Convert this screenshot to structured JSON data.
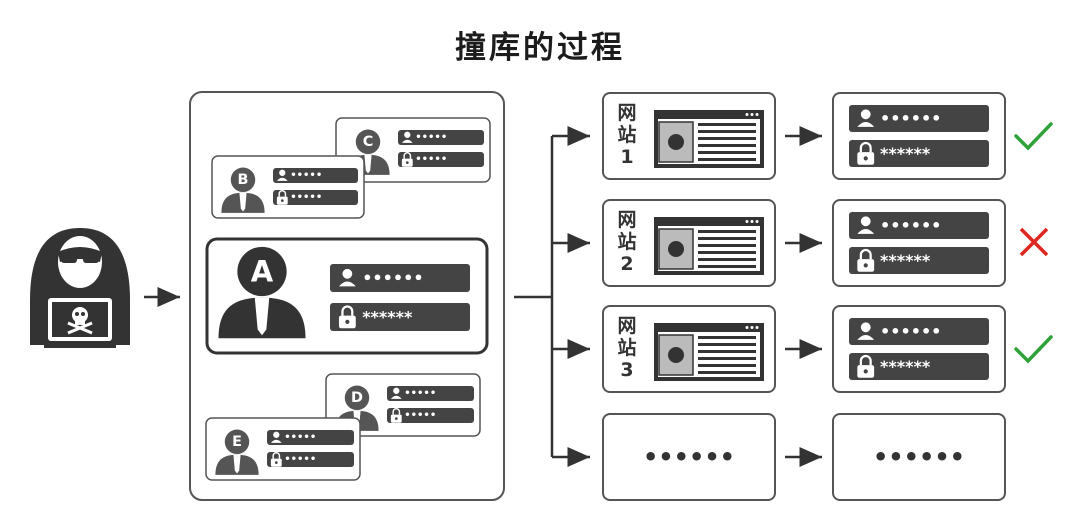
{
  "title": "撞库的过程",
  "accounts": {
    "main": {
      "letter": "A",
      "username": "••••••",
      "password": "******"
    },
    "others": [
      {
        "letter": "B",
        "username": "•••••",
        "password": "•••••"
      },
      {
        "letter": "C",
        "username": "•••••",
        "password": "•••••"
      },
      {
        "letter": "D",
        "username": "•••••",
        "password": "•••••"
      },
      {
        "letter": "E",
        "username": "•••••",
        "password": "•••••"
      }
    ]
  },
  "sites": [
    {
      "label": [
        "网",
        "站",
        "1"
      ],
      "result_username": "••••••",
      "result_password": "******",
      "status": "success"
    },
    {
      "label": [
        "网",
        "站",
        "2"
      ],
      "result_username": "••••••",
      "result_password": "******",
      "status": "fail"
    },
    {
      "label": [
        "网",
        "站",
        "3"
      ],
      "result_username": "••••••",
      "result_password": "******",
      "status": "success"
    },
    {
      "label": [
        "",
        "",
        ""
      ],
      "result_username": "",
      "result_password": "",
      "status": "none",
      "ellipsis": "••••••"
    }
  ],
  "colors": {
    "dark": "#333333",
    "panel": "#444444",
    "success": "#2fa33a",
    "fail": "#e0271f",
    "border": "#555555"
  },
  "icons": [
    "hacker-icon",
    "skull-icon",
    "person-icon",
    "lock-icon",
    "user-icon",
    "browser-window-icon",
    "check-icon",
    "cross-icon"
  ]
}
